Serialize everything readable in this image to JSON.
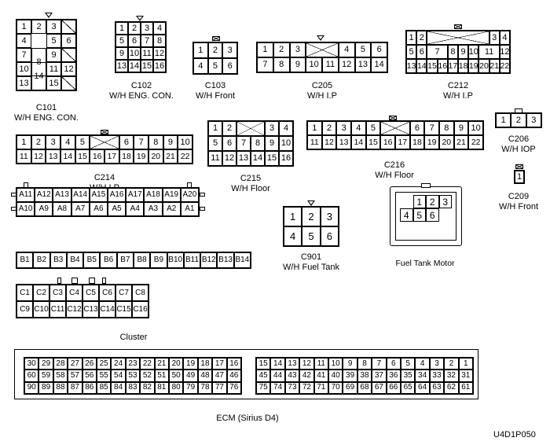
{
  "figure_code": "U4D1P050",
  "connectors": {
    "c101": {
      "code": "C101",
      "name": "W/H ENG. CON.",
      "pins": [
        "1",
        "2",
        "3",
        "",
        "4",
        "",
        "5",
        "6",
        "7",
        "8",
        "9",
        "",
        "10",
        "",
        "11",
        "12",
        "13",
        "14",
        "15",
        ""
      ]
    },
    "c102": {
      "code": "C102",
      "name": "W/H ENG. CON.",
      "pins": [
        "1",
        "2",
        "3",
        "4",
        "5",
        "6",
        "7",
        "8",
        "9",
        "10",
        "11",
        "12",
        "13",
        "14",
        "15",
        "16"
      ]
    },
    "c103": {
      "code": "C103",
      "name": "W/H Front",
      "pins": [
        "1",
        "2",
        "3",
        "4",
        "5",
        "6"
      ]
    },
    "c205": {
      "code": "C205",
      "name": "W/H I.P",
      "row1": [
        "1",
        "2",
        "3",
        "4",
        "5",
        "6"
      ],
      "row2": [
        "7",
        "8",
        "9",
        "10",
        "11",
        "12",
        "13",
        "14"
      ]
    },
    "c212": {
      "code": "C212",
      "name": "W/H I.P",
      "row1": [
        "1",
        "2",
        "3",
        "4"
      ],
      "row2": [
        "5",
        "6",
        "7",
        "8",
        "9",
        "10",
        "11",
        "12"
      ],
      "row3": [
        "13",
        "14",
        "15",
        "16",
        "17",
        "18",
        "19",
        "20",
        "21",
        "22"
      ]
    },
    "c214": {
      "code": "C214",
      "name": "W/H I P",
      "row1": [
        "1",
        "2",
        "3",
        "4",
        "5",
        "6",
        "7",
        "8",
        "9",
        "10"
      ],
      "row2": [
        "11",
        "12",
        "13",
        "14",
        "15",
        "16",
        "17",
        "18",
        "19",
        "20",
        "21",
        "22"
      ]
    },
    "c215": {
      "code": "C215",
      "name": "W/H Floor",
      "row1": [
        "1",
        "2",
        "3",
        "4"
      ],
      "row2": [
        "5",
        "6",
        "7",
        "8",
        "9",
        "10"
      ],
      "row3": [
        "11",
        "12",
        "13",
        "14",
        "15",
        "16"
      ]
    },
    "c216": {
      "code": "C216",
      "name": "W/H Floor",
      "row1": [
        "1",
        "2",
        "3",
        "4",
        "5",
        "6",
        "7",
        "8",
        "9",
        "10"
      ],
      "row2": [
        "11",
        "12",
        "13",
        "14",
        "15",
        "16",
        "17",
        "18",
        "19",
        "20",
        "21",
        "22"
      ]
    },
    "c206": {
      "code": "C206",
      "name": "W/H IOP",
      "pins": [
        "1",
        "2",
        "3"
      ]
    },
    "c209": {
      "code": "C209",
      "name": "W/H Front",
      "pins": [
        "1"
      ]
    },
    "c901": {
      "code": "C901",
      "name": "W/H Fuel Tank",
      "pins": [
        "1",
        "2",
        "3",
        "4",
        "5",
        "6"
      ]
    },
    "fuel_tank_motor": {
      "name": "Fuel Tank Motor",
      "pins": [
        "1",
        "2",
        "3",
        "4",
        "5",
        "6"
      ]
    },
    "cluster": {
      "name": "Cluster",
      "a_row1": [
        "A11",
        "A12",
        "A13",
        "A14",
        "A15",
        "A16",
        "A17",
        "A18",
        "A19",
        "A20"
      ],
      "a_row2": [
        "A10",
        "A9",
        "A8",
        "A7",
        "A6",
        "A5",
        "A4",
        "A3",
        "A2",
        "A1"
      ],
      "b_row": [
        "B1",
        "B2",
        "B3",
        "B4",
        "B5",
        "B6",
        "B7",
        "B8",
        "B9",
        "B10",
        "B11",
        "B12",
        "B13",
        "B14"
      ],
      "c_row1": [
        "C1",
        "C2",
        "C3",
        "C4",
        "C5",
        "C6",
        "C7",
        "C8"
      ],
      "c_row2": [
        "C9",
        "C10",
        "C11",
        "C12",
        "C13",
        "C14",
        "C15",
        "C16"
      ]
    },
    "ecm": {
      "name": "ECM (Sirius D4)",
      "left_row1": [
        "30",
        "29",
        "28",
        "27",
        "26",
        "25",
        "24",
        "23",
        "22",
        "21",
        "20",
        "19",
        "18",
        "17",
        "16"
      ],
      "left_row2": [
        "60",
        "59",
        "58",
        "57",
        "56",
        "55",
        "54",
        "53",
        "52",
        "51",
        "50",
        "49",
        "48",
        "47",
        "46"
      ],
      "left_row3": [
        "90",
        "89",
        "88",
        "87",
        "86",
        "85",
        "84",
        "83",
        "82",
        "81",
        "80",
        "79",
        "78",
        "77",
        "76"
      ],
      "right_row1": [
        "15",
        "14",
        "13",
        "12",
        "11",
        "10",
        "9",
        "8",
        "7",
        "6",
        "5",
        "4",
        "3",
        "2",
        "1"
      ],
      "right_row2": [
        "45",
        "44",
        "43",
        "42",
        "41",
        "40",
        "39",
        "38",
        "37",
        "36",
        "35",
        "34",
        "33",
        "32",
        "31"
      ],
      "right_row3": [
        "75",
        "74",
        "73",
        "72",
        "71",
        "70",
        "69",
        "68",
        "67",
        "66",
        "65",
        "64",
        "63",
        "62",
        "61"
      ]
    }
  }
}
